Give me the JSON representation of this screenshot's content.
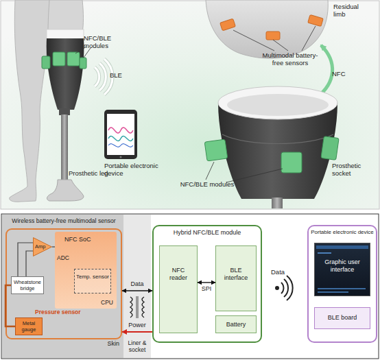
{
  "diagram": {
    "nodes": [
      {
        "text": [
          "Skin"
        ]
      },
      {
        "text": [
          "Wireless battery-free multimodal sensor"
        ],
        "in": 0
      },
      {
        "text": [
          "Amp"
        ],
        "in": 1
      },
      {
        "text": [
          "NFC SoC",
          "ADC",
          "CPU"
        ],
        "in": 1
      },
      {
        "text": [
          "Temp. sensor"
        ],
        "in": 3
      },
      {
        "text": [
          "Wheatstone bridge"
        ],
        "in": 1
      },
      {
        "text": [
          "Pressure sensor",
          "Metal gauge"
        ],
        "in": 1
      },
      {
        "text": [
          "Liner & socket"
        ]
      },
      {
        "text": [
          "Hybrid NFC/BLE module"
        ]
      },
      {
        "text": [
          "NFC reader"
        ],
        "in": 8
      },
      {
        "text": [
          "BLE interface"
        ],
        "in": 8
      },
      {
        "text": [
          "Battery"
        ],
        "in": 8
      },
      {
        "text": [
          "Portable electronic device"
        ]
      },
      {
        "text": [
          "Graphic user interface"
        ],
        "in": 12
      },
      {
        "text": [
          "BLE board"
        ],
        "in": 12
      }
    ],
    "edges": [
      {
        "from": 6,
        "to": 5,
        "arrow": "none"
      },
      {
        "from": 5,
        "to": 2,
        "arrow": "none"
      },
      {
        "from": 2,
        "to": 3,
        "arrow": "none"
      },
      {
        "from": 1,
        "to": 8,
        "label": "Data",
        "arrow": "both"
      },
      {
        "from": 8,
        "to": 1,
        "label": "Power",
        "arrow": "to"
      },
      {
        "from": 9,
        "to": 10,
        "label": "SPI",
        "arrow": "both"
      }
    ],
    "labels": [
      "NFC/BLE modules",
      "BLE",
      "Prosthetic leg",
      "Portable electronic device",
      "Residual limb",
      "Multimodal battery-free sensors",
      "NFC",
      "NFC/BLE modules",
      "Prosthetic socket",
      "Data"
    ]
  }
}
